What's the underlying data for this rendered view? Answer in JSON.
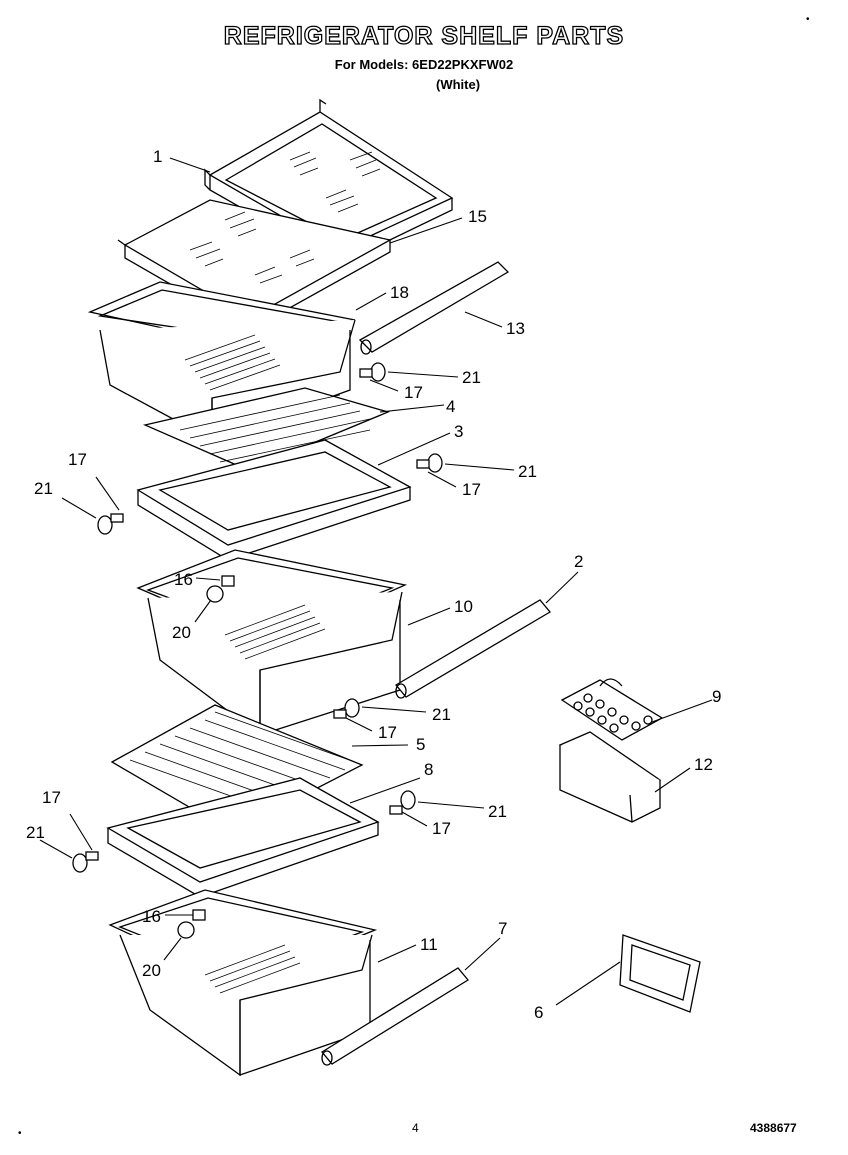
{
  "header": {
    "title": "REFRIGERATOR SHELF PARTS",
    "subtitle": "For Models: 6ED22PKXFW02",
    "variant": "(White)"
  },
  "callouts": [
    "1",
    "15",
    "18",
    "13",
    "21",
    "17",
    "4",
    "3",
    "21",
    "17",
    "17",
    "21",
    "16",
    "20",
    "10",
    "2",
    "21",
    "17",
    "5",
    "8",
    "21",
    "17",
    "17",
    "21",
    "16",
    "20",
    "11",
    "7",
    "9",
    "12",
    "6"
  ],
  "footer": {
    "page_number": "4",
    "doc_number": "4388677"
  }
}
